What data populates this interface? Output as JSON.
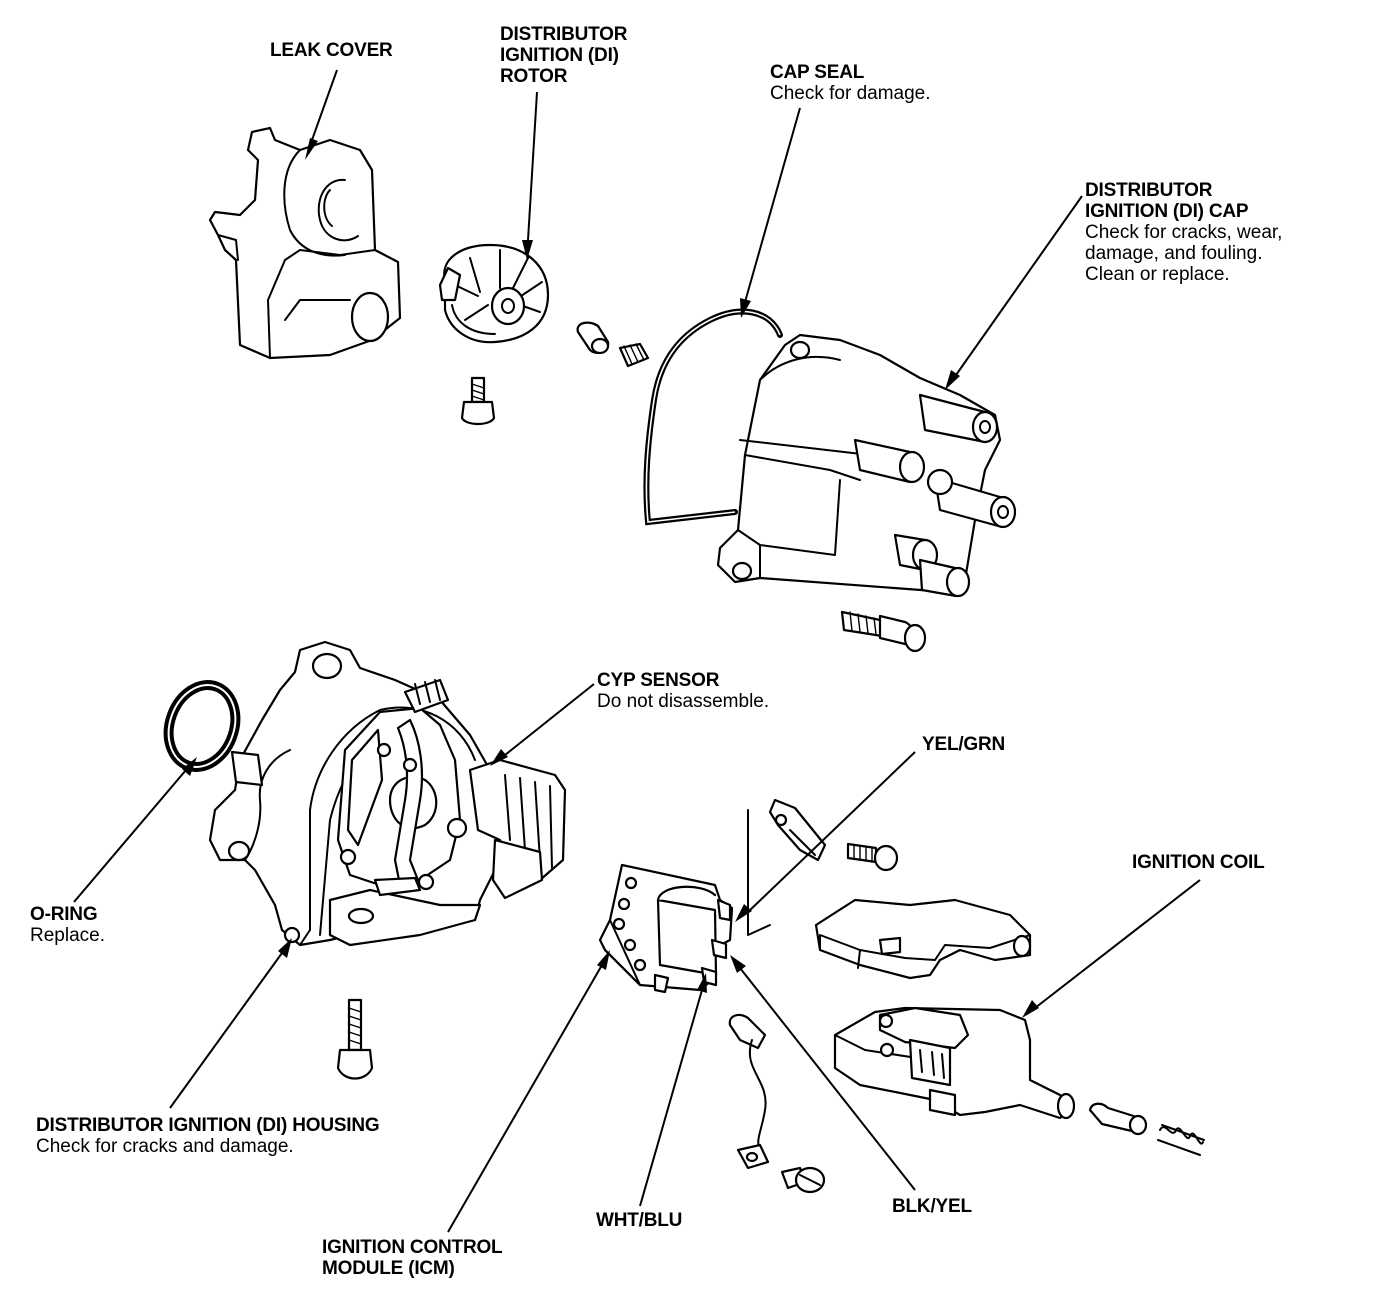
{
  "labels": {
    "leak_cover": {
      "title": "LEAK COVER"
    },
    "rotor": {
      "title_lines": [
        "DISTRIBUTOR",
        "IGNITION (DI)",
        "ROTOR"
      ]
    },
    "cap_seal": {
      "title": "CAP SEAL",
      "note": "Check for damage."
    },
    "cap": {
      "title_lines": [
        "DISTRIBUTOR",
        "IGNITION (DI) CAP"
      ],
      "note_lines": [
        "Check for cracks, wear,",
        "damage, and fouling.",
        "Clean or replace."
      ]
    },
    "cyp_sensor": {
      "title": "CYP SENSOR",
      "note": "Do not disassemble."
    },
    "yel_grn": {
      "title": "YEL/GRN"
    },
    "ignition_coil": {
      "title": "IGNITION COIL"
    },
    "o_ring": {
      "title": "O-RING",
      "note": "Replace."
    },
    "housing": {
      "title": "DISTRIBUTOR IGNITION (DI) HOUSING",
      "note": "Check for cracks and damage."
    },
    "icm": {
      "title_lines": [
        "IGNITION CONTROL",
        "MODULE (ICM)"
      ]
    },
    "wht_blu": {
      "title": "WHT/BLU"
    },
    "blk_yel": {
      "title": "BLK/YEL"
    }
  }
}
